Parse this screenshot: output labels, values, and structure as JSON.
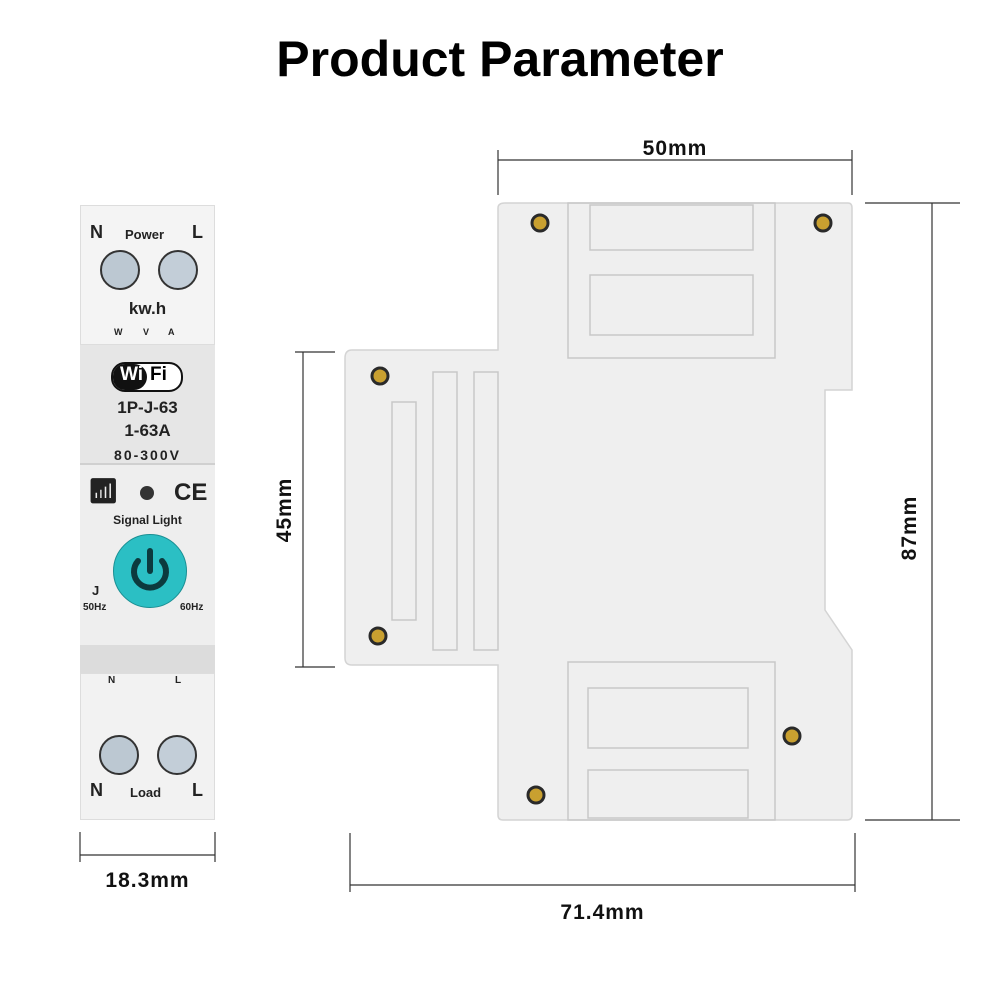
{
  "title": "Product Parameter",
  "dimensions": {
    "width_module": "18.3mm",
    "top_width": "50mm",
    "total_width": "71.4mm",
    "rail_height": "45mm",
    "total_height": "87mm"
  },
  "device": {
    "top_n": "N",
    "top_power": "Power",
    "top_l": "L",
    "kwh": "kw.h",
    "w": "W",
    "v": "V",
    "a": "A",
    "wifi_a": "Wi",
    "wifi_b": "Fi",
    "model": "1P-J-63",
    "current": "1-63A",
    "voltage": "80-300V",
    "ce": "CE",
    "signal_light": "Signal Light",
    "j": "J",
    "hz50": "50Hz",
    "hz60": "60Hz",
    "bot_n_small": "N",
    "bot_l_small": "L",
    "bot_n": "N",
    "bot_load": "Load",
    "bot_l": "L"
  },
  "colors": {
    "power_button": "#2bbfc4",
    "body": "#eeeeee"
  }
}
